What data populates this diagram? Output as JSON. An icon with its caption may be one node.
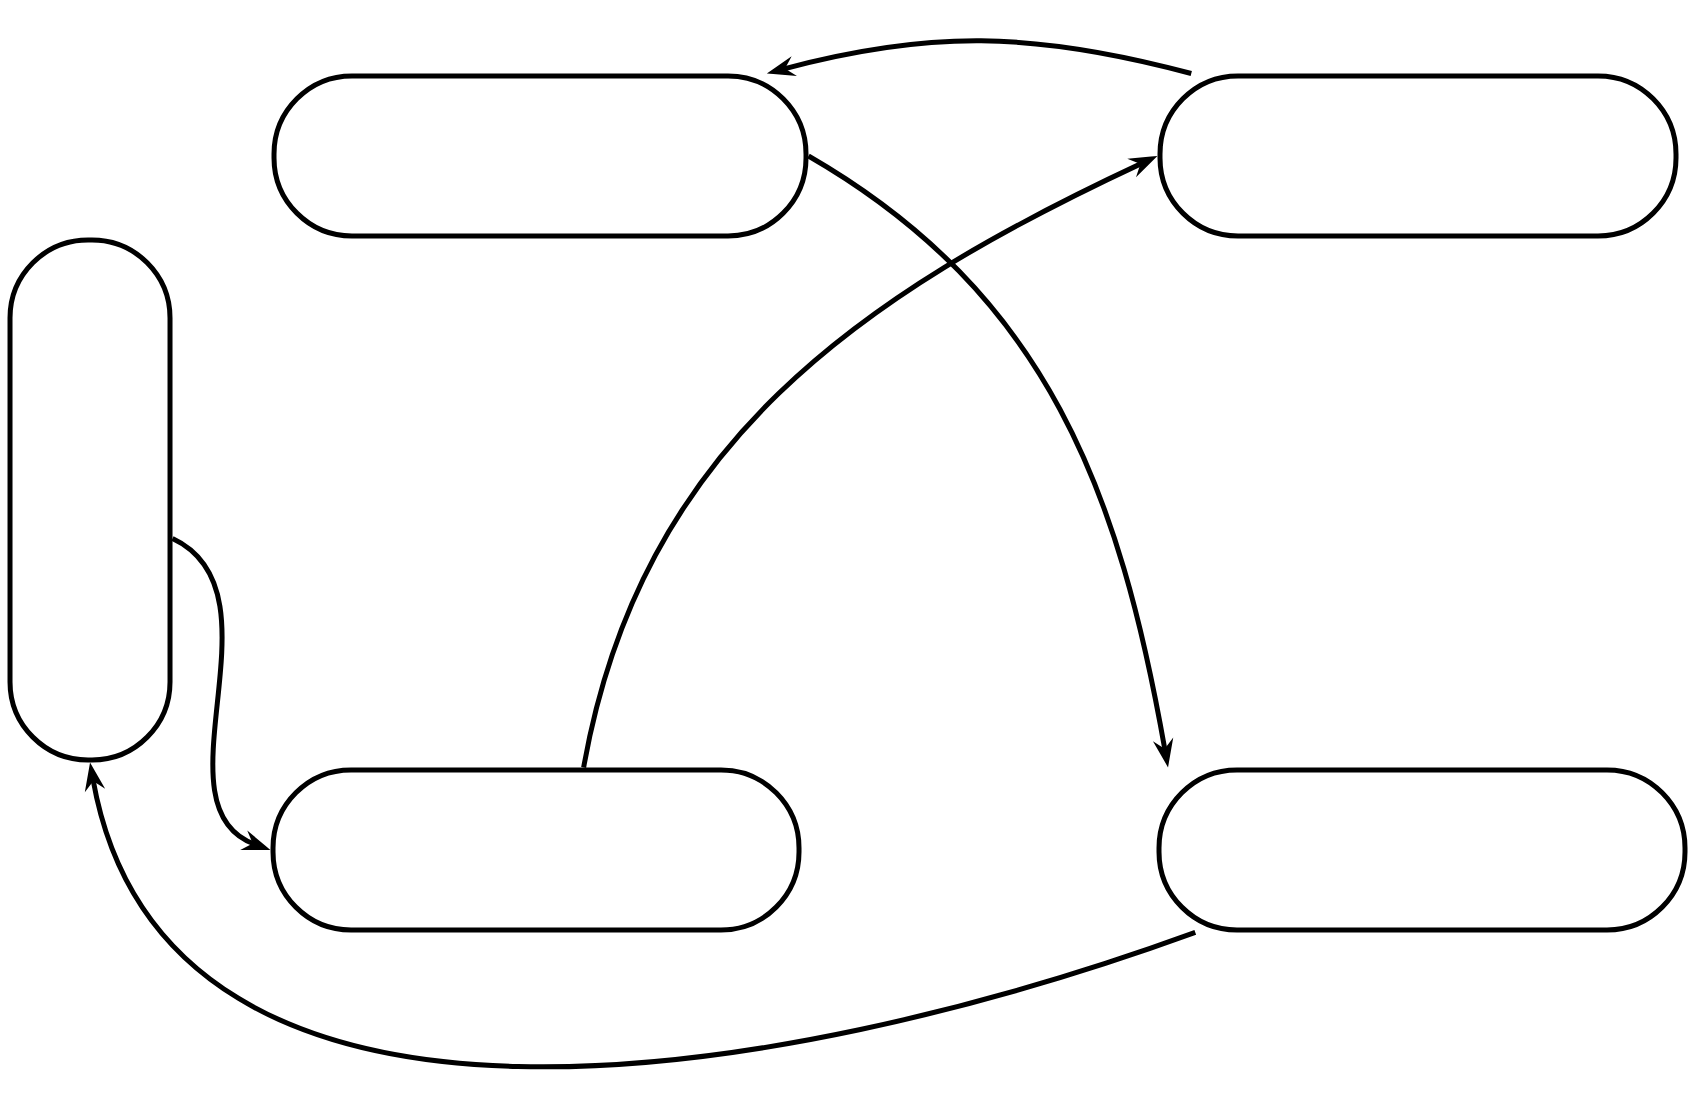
{
  "diagram": {
    "nodes": [
      {
        "text": [],
        "shape": "box"
      },
      {
        "text": [],
        "shape": "box"
      },
      {
        "text": [],
        "shape": "box"
      },
      {
        "text": [],
        "shape": "box"
      },
      {
        "text": [],
        "shape": "box"
      }
    ],
    "edges": [
      {
        "from": 1,
        "to": 0,
        "arrow": "to"
      },
      {
        "from": 0,
        "to": 4,
        "arrow": "to"
      },
      {
        "from": 3,
        "to": 1,
        "arrow": "to"
      },
      {
        "from": 2,
        "to": 3,
        "arrow": "to"
      },
      {
        "from": 4,
        "to": 2,
        "arrow": "to"
      }
    ]
  }
}
